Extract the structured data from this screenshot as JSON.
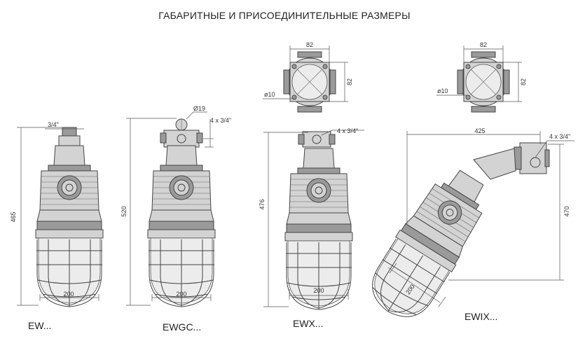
{
  "title": "ГАБАРИТНЫЕ И ПРИСОЕДИНИТЕЛЬНЫЕ РАЗМЕРЫ",
  "models": [
    {
      "label": "EW...",
      "height": "465",
      "width": "200",
      "thread": "3/4\""
    },
    {
      "label": "EWGC...",
      "height": "520",
      "width": "200",
      "diameter": "Ø19",
      "thread": "4 x 3/4\""
    },
    {
      "label": "EWX...",
      "height": "476",
      "width": "200",
      "thread": "4 x 3/4\"",
      "box_w": "82",
      "box_h": "82",
      "hole": "ø10"
    },
    {
      "label": "EWIX...",
      "length": "425",
      "height": "470",
      "width": "200",
      "thread": "4 x 3/4\"",
      "box_w": "82",
      "box_h": "82",
      "hole": "ø10"
    }
  ]
}
